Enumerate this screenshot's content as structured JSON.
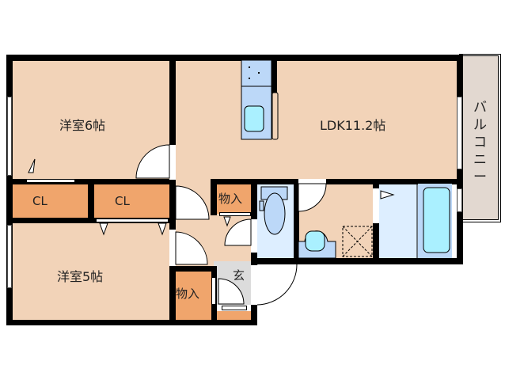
{
  "floorplan": {
    "rooms": [
      {
        "id": "western-room-1",
        "label": "洋室6帖",
        "area_jo": 6
      },
      {
        "id": "western-room-2",
        "label": "洋室5帖",
        "area_jo": 5
      },
      {
        "id": "ldk",
        "label": "LDK11.2帖",
        "area_jo": 11.2
      },
      {
        "id": "closet-1",
        "label": "CL"
      },
      {
        "id": "closet-2",
        "label": "CL"
      },
      {
        "id": "storage-1",
        "label": "物入"
      },
      {
        "id": "storage-2",
        "label": "物入"
      },
      {
        "id": "entrance",
        "label": "玄"
      },
      {
        "id": "balcony",
        "label": "バルコニー"
      }
    ],
    "colors": {
      "room": "#f2d3b8",
      "closet": "#f0a56c",
      "wet": "#ddeeff",
      "fixture": "#bcd8f8",
      "basin": "#aaf0ff",
      "entrance": "#dcdcdc",
      "balcony": "#e2d8d0",
      "wall": "#000000"
    }
  }
}
